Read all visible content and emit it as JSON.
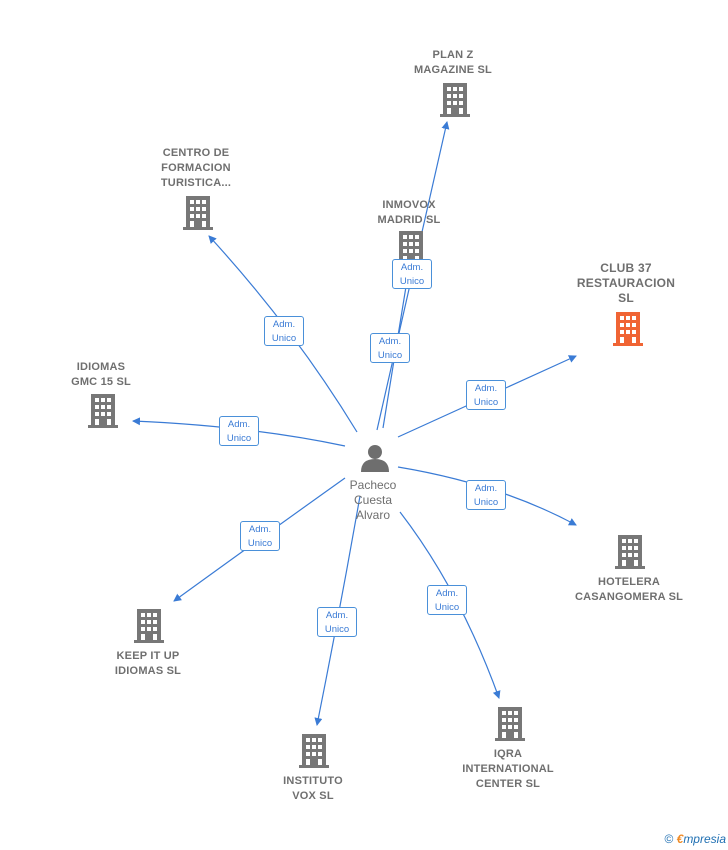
{
  "colors": {
    "edge": "#3a7bd5",
    "building": "#777777",
    "building_highlight": "#f06434",
    "person": "#6e6e6e"
  },
  "center": {
    "name": "Pacheco\nCuesta\nAlvaro",
    "icon": "person-icon"
  },
  "edge_label": "Adm.\nUnico",
  "companies": [
    {
      "id": "plan-z",
      "name": "PLAN Z\nMAGAZINE  SL",
      "highlight": false
    },
    {
      "id": "inmovox",
      "name": "INMOVOX\nMADRID  SL",
      "highlight": false
    },
    {
      "id": "centro",
      "name": "CENTRO DE\nFORMACION\nTURISTICA...",
      "highlight": false
    },
    {
      "id": "club37",
      "name": "CLUB 37\nRESTAURACION\nSL",
      "highlight": true
    },
    {
      "id": "idiomas",
      "name": "IDIOMAS\nGMC 15  SL",
      "highlight": false
    },
    {
      "id": "hotelera",
      "name": "HOTELERA\nCASANGOMERA SL",
      "highlight": false
    },
    {
      "id": "keep",
      "name": "KEEP IT UP\nIDIOMAS SL",
      "highlight": false
    },
    {
      "id": "instituto",
      "name": "INSTITUTO\nVOX  SL",
      "highlight": false
    },
    {
      "id": "iqra",
      "name": "IQRA\nINTERNATIONAL\nCENTER SL",
      "highlight": false
    }
  ],
  "footer": {
    "copyright": "©",
    "brand_first": "€",
    "brand_rest": "mpresia"
  }
}
